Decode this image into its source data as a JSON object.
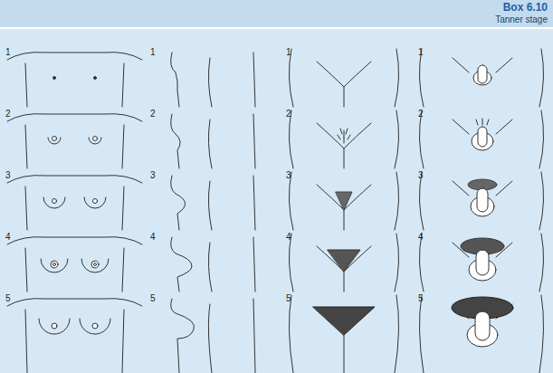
{
  "diagram": {
    "title": "Box 6.10",
    "labels": [
      "Tanner stage",
      "1",
      "1",
      "1",
      "1",
      "2",
      "2",
      "2",
      "2",
      "3",
      "3",
      "3",
      "3",
      "4",
      "4",
      "4",
      "4",
      "5",
      "5",
      "5",
      "5"
    ]
  }
}
